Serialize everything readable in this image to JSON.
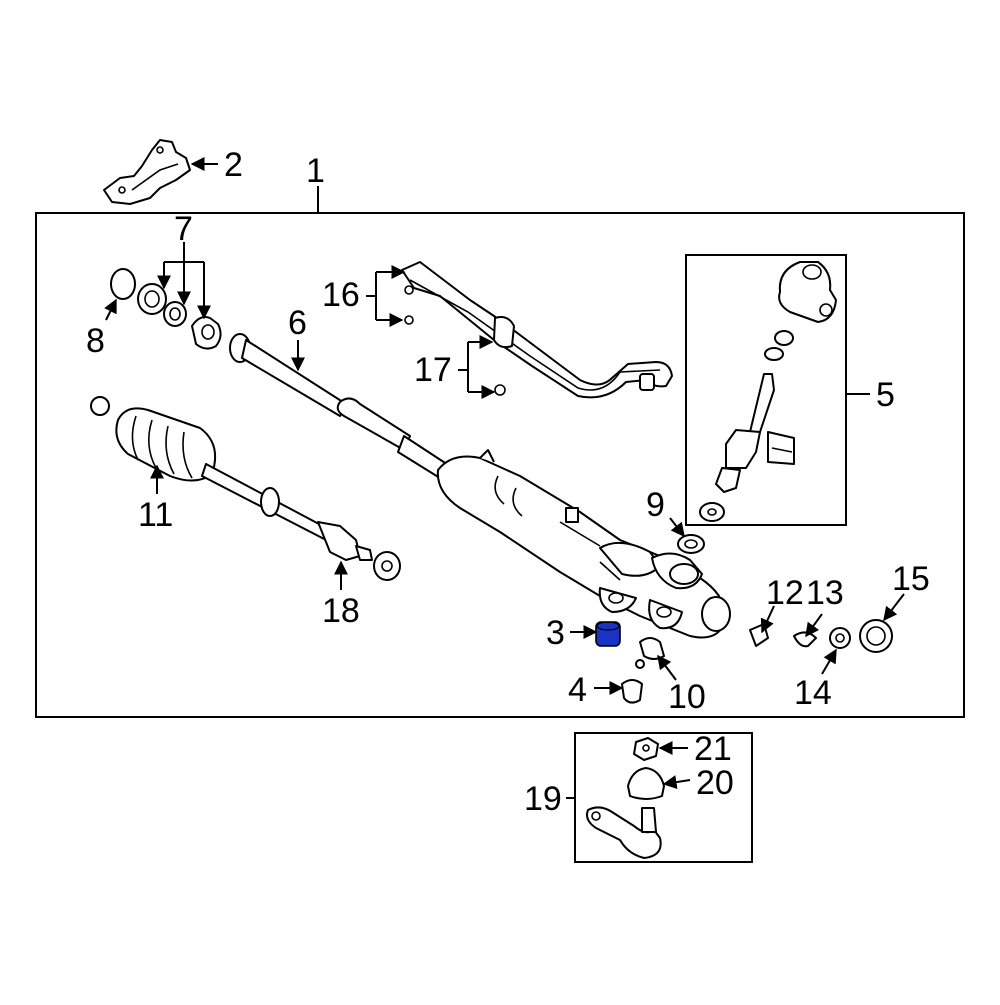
{
  "diagram": {
    "highlight_color": "#1a33c4",
    "callouts": {
      "c1": "1",
      "c2": "2",
      "c3": "3",
      "c4": "4",
      "c5": "5",
      "c6": "6",
      "c7": "7",
      "c8": "8",
      "c9": "9",
      "c10": "10",
      "c11": "11",
      "c12": "12",
      "c13": "13",
      "c14": "14",
      "c15": "15",
      "c16": "16",
      "c17": "17",
      "c18": "18",
      "c19": "19",
      "c20": "20",
      "c21": "21"
    }
  }
}
